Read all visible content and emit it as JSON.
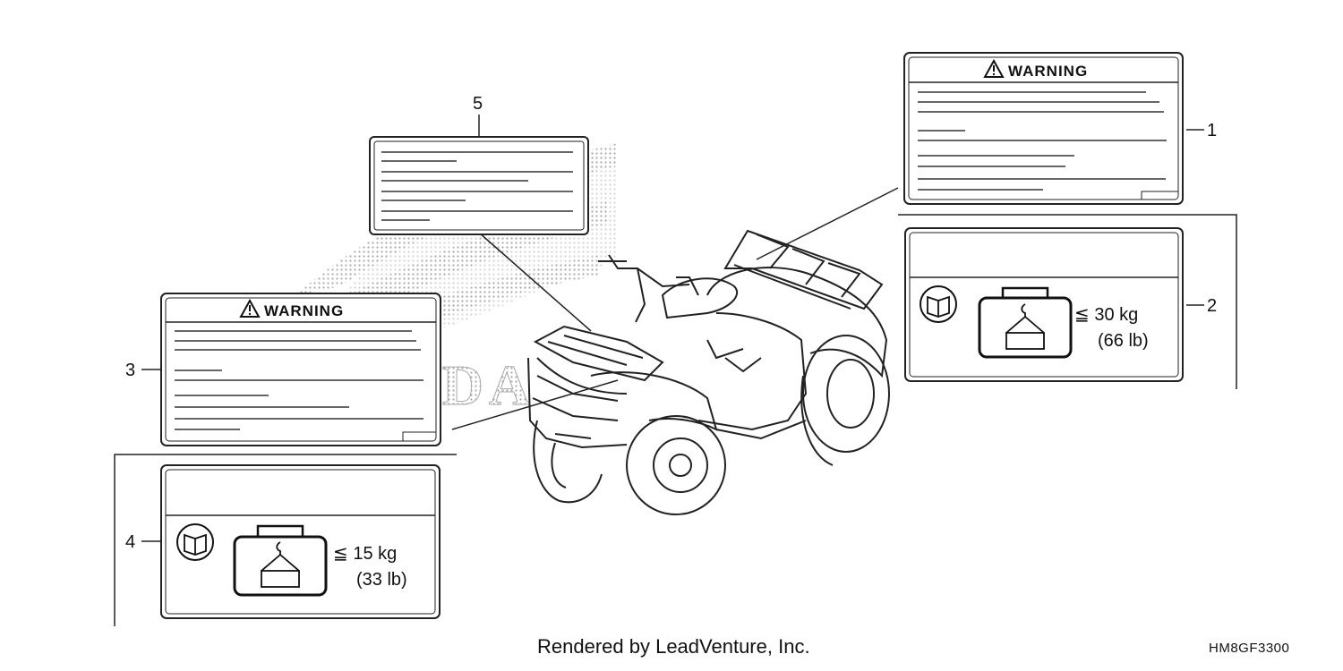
{
  "callouts": {
    "c1": "1",
    "c2": "2",
    "c3": "3",
    "c4": "4",
    "c5": "5"
  },
  "labels": {
    "warning_label_1": {
      "header": "WARNING"
    },
    "warning_label_3": {
      "header": "WARNING"
    },
    "load_label_2": {
      "limit": "≦ 30 kg",
      "limit_imperial": "(66 lb)"
    },
    "load_label_4": {
      "limit": "≦ 15 kg",
      "limit_imperial": "(33 lb)"
    }
  },
  "watermark": {
    "brand": "HONDA"
  },
  "footer": {
    "credit": "Rendered by LeadVenture, Inc.",
    "code": "HM8GF3300"
  }
}
